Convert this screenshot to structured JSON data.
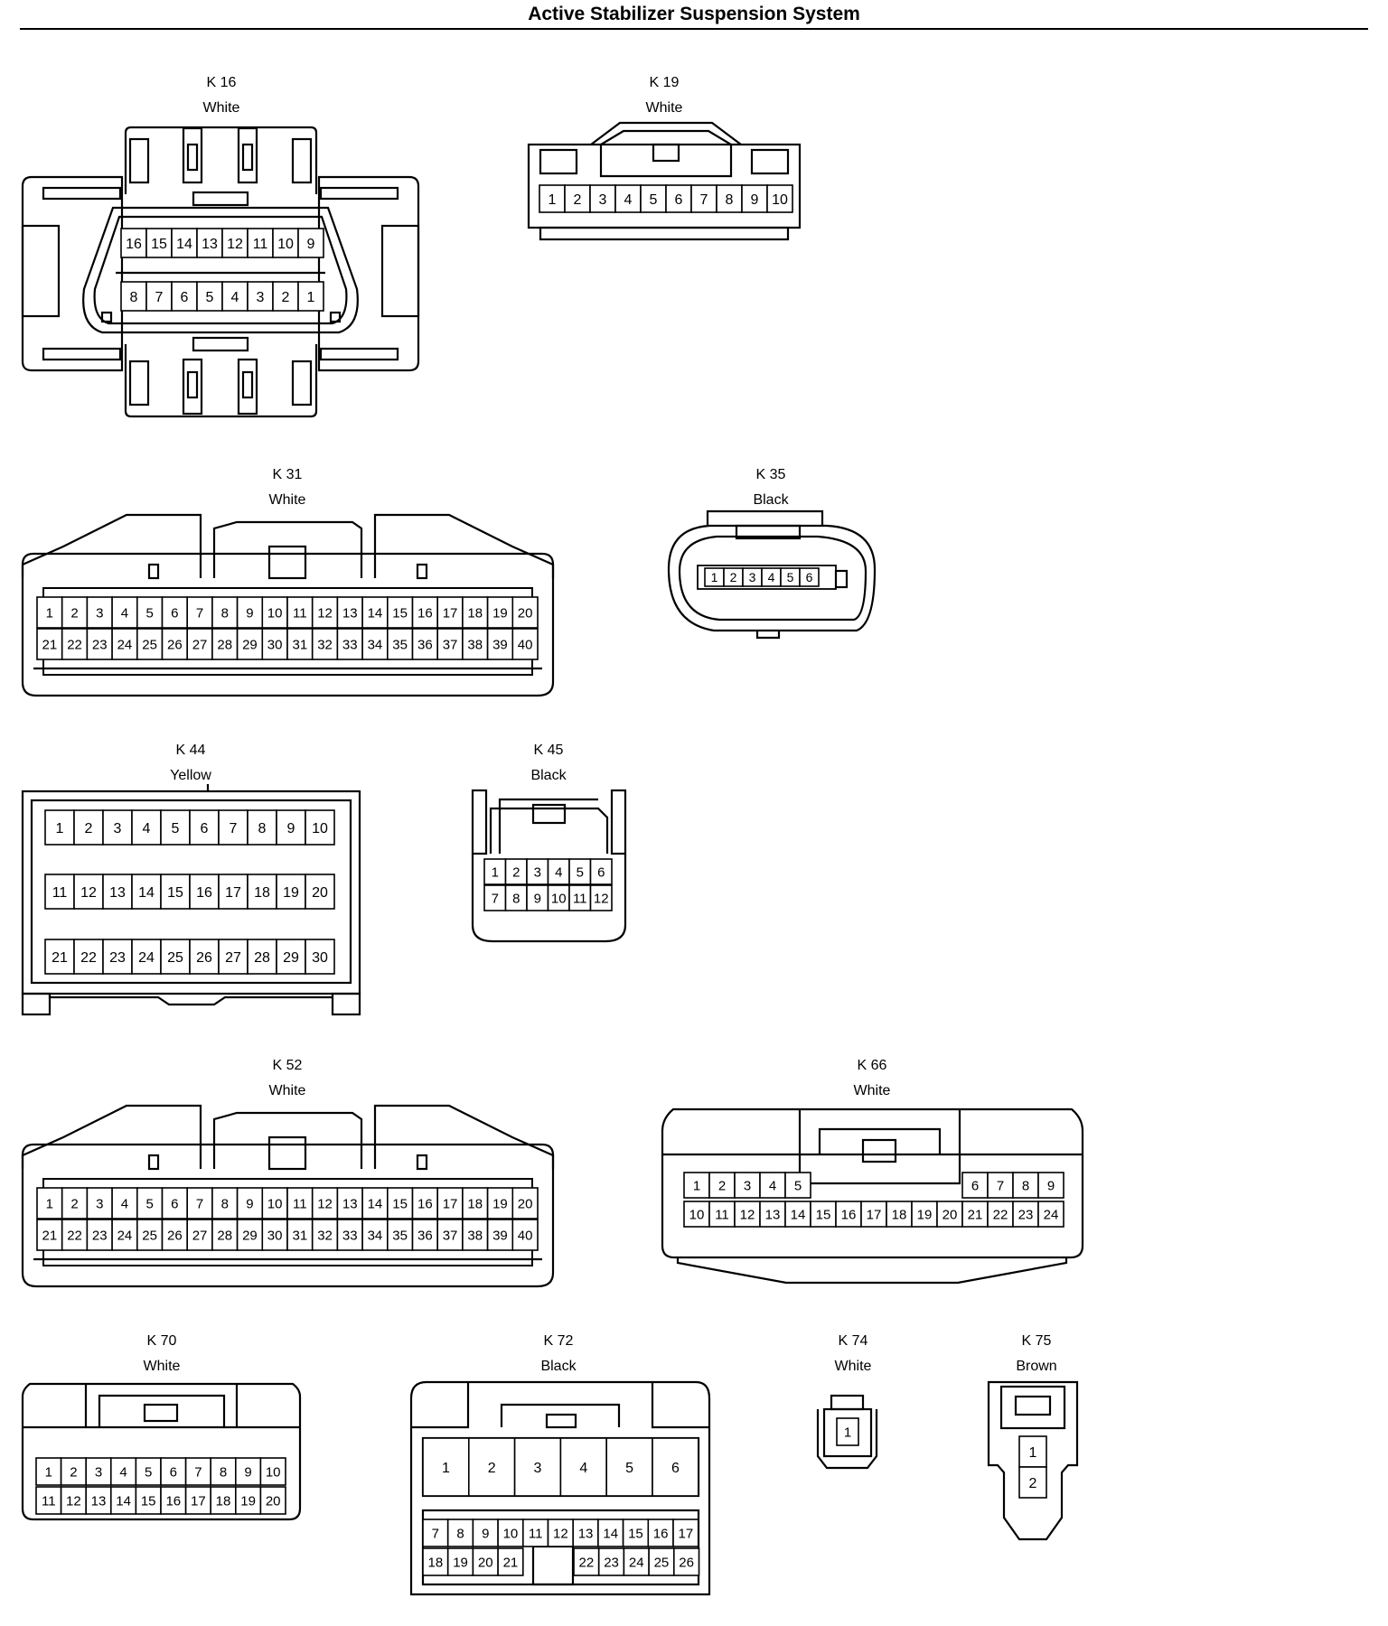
{
  "title": "Active Stabilizer Suspension System",
  "colors": {
    "ink": "#000000",
    "paper": "#ffffff"
  },
  "connectors": {
    "K16": {
      "name": "K 16",
      "color": "White",
      "pins": [
        "16",
        "15",
        "14",
        "13",
        "12",
        "11",
        "10",
        "9",
        "8",
        "7",
        "6",
        "5",
        "4",
        "3",
        "2",
        "1"
      ]
    },
    "K19": {
      "name": "K 19",
      "color": "White",
      "pins": [
        "1",
        "2",
        "3",
        "4",
        "5",
        "6",
        "7",
        "8",
        "9",
        "10"
      ]
    },
    "K31": {
      "name": "K 31",
      "color": "White",
      "pins": [
        "1",
        "2",
        "3",
        "4",
        "5",
        "6",
        "7",
        "8",
        "9",
        "10",
        "11",
        "12",
        "13",
        "14",
        "15",
        "16",
        "17",
        "18",
        "19",
        "20",
        "21",
        "22",
        "23",
        "24",
        "25",
        "26",
        "27",
        "28",
        "29",
        "30",
        "31",
        "32",
        "33",
        "34",
        "35",
        "36",
        "37",
        "38",
        "39",
        "40"
      ]
    },
    "K35": {
      "name": "K 35",
      "color": "Black",
      "pins": [
        "1",
        "2",
        "3",
        "4",
        "5",
        "6"
      ]
    },
    "K44": {
      "name": "K 44",
      "color": "Yellow",
      "pins": [
        "1",
        "2",
        "3",
        "4",
        "5",
        "6",
        "7",
        "8",
        "9",
        "10",
        "11",
        "12",
        "13",
        "14",
        "15",
        "16",
        "17",
        "18",
        "19",
        "20",
        "21",
        "22",
        "23",
        "24",
        "25",
        "26",
        "27",
        "28",
        "29",
        "30"
      ]
    },
    "K45": {
      "name": "K 45",
      "color": "Black",
      "pins": [
        "1",
        "2",
        "3",
        "4",
        "5",
        "6",
        "7",
        "8",
        "9",
        "10",
        "11",
        "12"
      ]
    },
    "K52": {
      "name": "K 52",
      "color": "White",
      "pins": [
        "1",
        "2",
        "3",
        "4",
        "5",
        "6",
        "7",
        "8",
        "9",
        "10",
        "11",
        "12",
        "13",
        "14",
        "15",
        "16",
        "17",
        "18",
        "19",
        "20",
        "21",
        "22",
        "23",
        "24",
        "25",
        "26",
        "27",
        "28",
        "29",
        "30",
        "31",
        "32",
        "33",
        "34",
        "35",
        "36",
        "37",
        "38",
        "39",
        "40"
      ]
    },
    "K66": {
      "name": "K 66",
      "color": "White",
      "pins": [
        "1",
        "2",
        "3",
        "4",
        "5",
        "6",
        "7",
        "8",
        "9",
        "10",
        "11",
        "12",
        "13",
        "14",
        "15",
        "16",
        "17",
        "18",
        "19",
        "20",
        "21",
        "22",
        "23",
        "24"
      ]
    },
    "K70": {
      "name": "K 70",
      "color": "White",
      "pins": [
        "1",
        "2",
        "3",
        "4",
        "5",
        "6",
        "7",
        "8",
        "9",
        "10",
        "11",
        "12",
        "13",
        "14",
        "15",
        "16",
        "17",
        "18",
        "19",
        "20"
      ]
    },
    "K72": {
      "name": "K 72",
      "color": "Black",
      "pins": [
        "1",
        "2",
        "3",
        "4",
        "5",
        "6",
        "7",
        "8",
        "9",
        "10",
        "11",
        "12",
        "13",
        "14",
        "15",
        "16",
        "17",
        "18",
        "19",
        "20",
        "21",
        "22",
        "23",
        "24",
        "25",
        "26"
      ]
    },
    "K74": {
      "name": "K 74",
      "color": "White",
      "pins": [
        "1"
      ]
    },
    "K75": {
      "name": "K 75",
      "color": "Brown",
      "pins": [
        "1",
        "2"
      ]
    }
  }
}
